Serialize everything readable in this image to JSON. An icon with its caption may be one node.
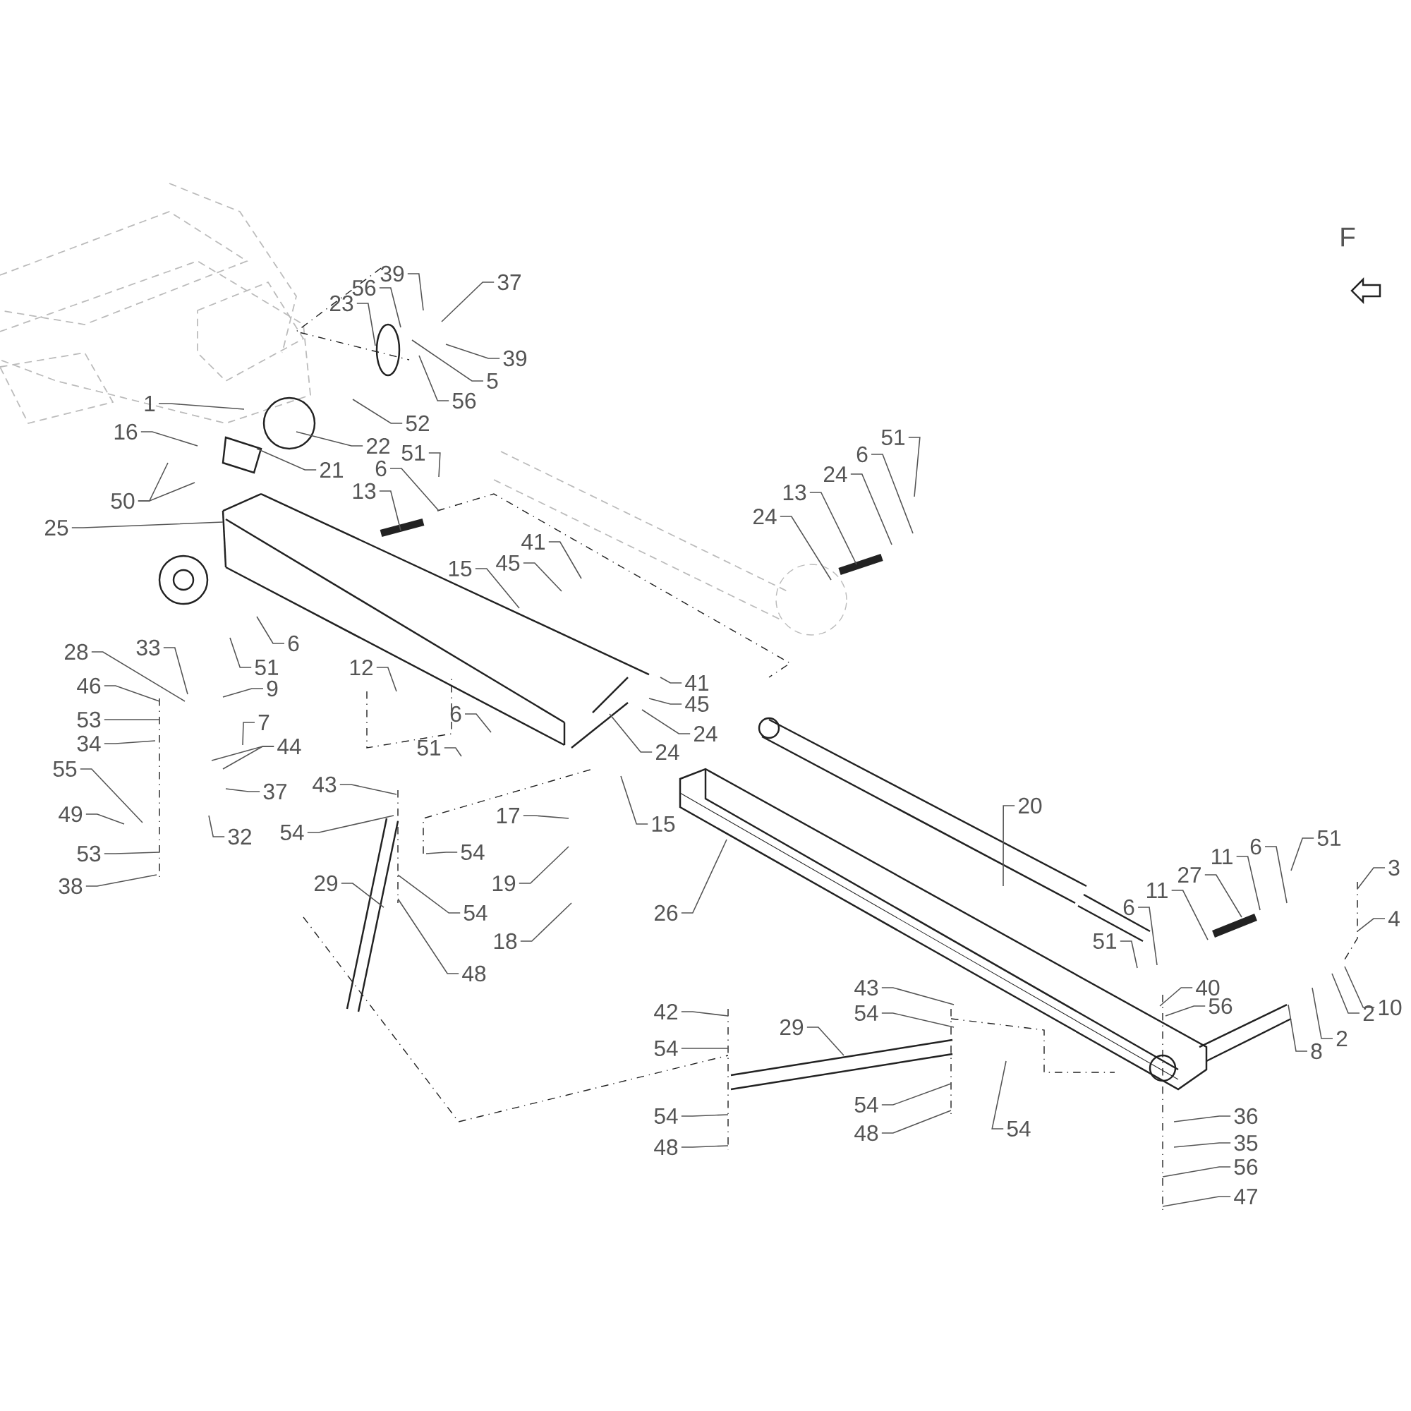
{
  "diagram": {
    "nodes": [
      {
        "text": [
          "39"
        ]
      },
      {
        "text": [
          "37"
        ]
      },
      {
        "text": [
          "56"
        ]
      },
      {
        "text": [
          "23"
        ]
      },
      {
        "text": [
          "39"
        ]
      },
      {
        "text": [
          "5"
        ]
      },
      {
        "text": [
          "56"
        ]
      },
      {
        "text": [
          "1"
        ]
      },
      {
        "text": [
          "52"
        ]
      },
      {
        "text": [
          "16"
        ]
      },
      {
        "text": [
          "22"
        ]
      },
      {
        "text": [
          "21"
        ]
      },
      {
        "text": [
          "51"
        ]
      },
      {
        "text": [
          "6"
        ]
      },
      {
        "text": [
          "50"
        ]
      },
      {
        "text": [
          "13"
        ]
      },
      {
        "text": [
          "25"
        ]
      },
      {
        "text": [
          "41"
        ]
      },
      {
        "text": [
          "45"
        ]
      },
      {
        "text": [
          "15"
        ]
      },
      {
        "text": [
          "51"
        ]
      },
      {
        "text": [
          "6"
        ]
      },
      {
        "text": [
          "24"
        ]
      },
      {
        "text": [
          "13"
        ]
      },
      {
        "text": [
          "24"
        ]
      },
      {
        "text": [
          "6"
        ]
      },
      {
        "text": [
          "51"
        ]
      },
      {
        "text": [
          "33"
        ]
      },
      {
        "text": [
          "28"
        ]
      },
      {
        "text": [
          "9"
        ]
      },
      {
        "text": [
          "12"
        ]
      },
      {
        "text": [
          "46"
        ]
      },
      {
        "text": [
          "7"
        ]
      },
      {
        "text": [
          "41"
        ]
      },
      {
        "text": [
          "45"
        ]
      },
      {
        "text": [
          "24"
        ]
      },
      {
        "text": [
          "53"
        ]
      },
      {
        "text": [
          "24"
        ]
      },
      {
        "text": [
          "34"
        ]
      },
      {
        "text": [
          "44"
        ]
      },
      {
        "text": [
          "6"
        ]
      },
      {
        "text": [
          "51"
        ]
      },
      {
        "text": [
          "37"
        ]
      },
      {
        "text": [
          "55"
        ]
      },
      {
        "text": [
          "43"
        ]
      },
      {
        "text": [
          "54"
        ]
      },
      {
        "text": [
          "17"
        ]
      },
      {
        "text": [
          "15"
        ]
      },
      {
        "text": [
          "32"
        ]
      },
      {
        "text": [
          "49"
        ]
      },
      {
        "text": [
          "54"
        ]
      },
      {
        "text": [
          "19"
        ]
      },
      {
        "text": [
          "53"
        ]
      },
      {
        "text": [
          "38"
        ]
      },
      {
        "text": [
          "29"
        ]
      },
      {
        "text": [
          "54"
        ]
      },
      {
        "text": [
          "18"
        ]
      },
      {
        "text": [
          "48"
        ]
      },
      {
        "text": [
          "20"
        ]
      },
      {
        "text": [
          "51"
        ]
      },
      {
        "text": [
          "6"
        ]
      },
      {
        "text": [
          "11"
        ]
      },
      {
        "text": [
          "27"
        ]
      },
      {
        "text": [
          "3"
        ]
      },
      {
        "text": [
          "11"
        ]
      },
      {
        "text": [
          "6"
        ]
      },
      {
        "text": [
          "26"
        ]
      },
      {
        "text": [
          "4"
        ]
      },
      {
        "text": [
          "51"
        ]
      },
      {
        "text": [
          "40"
        ]
      },
      {
        "text": [
          "10"
        ]
      },
      {
        "text": [
          "56"
        ]
      },
      {
        "text": [
          "2"
        ]
      },
      {
        "text": [
          "42"
        ]
      },
      {
        "text": [
          "43"
        ]
      },
      {
        "text": [
          "29"
        ]
      },
      {
        "text": [
          "2"
        ]
      },
      {
        "text": [
          "54"
        ]
      },
      {
        "text": [
          "54"
        ]
      },
      {
        "text": [
          "8"
        ]
      },
      {
        "text": [
          "54"
        ]
      },
      {
        "text": [
          "54"
        ]
      },
      {
        "text": [
          "36"
        ]
      },
      {
        "text": [
          "48"
        ]
      },
      {
        "text": [
          "54"
        ]
      },
      {
        "text": [
          "35"
        ]
      },
      {
        "text": [
          "48"
        ]
      },
      {
        "text": [
          "56"
        ]
      },
      {
        "text": [
          "47"
        ]
      }
    ],
    "edges": [
      {
        "from": 0,
        "to": null,
        "arrow": "none"
      },
      {
        "from": 1,
        "to": null,
        "arrow": "none"
      },
      {
        "from": 2,
        "to": null,
        "arrow": "none"
      },
      {
        "from": 3,
        "to": null,
        "arrow": "none"
      },
      {
        "from": 4,
        "to": null,
        "arrow": "none"
      },
      {
        "from": 5,
        "to": null,
        "arrow": "none"
      },
      {
        "from": 6,
        "to": null,
        "arrow": "none"
      },
      {
        "from": 7,
        "to": null,
        "arrow": "none"
      },
      {
        "from": 8,
        "to": null,
        "arrow": "none"
      },
      {
        "from": 9,
        "to": null,
        "arrow": "none"
      },
      {
        "from": 10,
        "to": null,
        "arrow": "none"
      },
      {
        "from": 11,
        "to": null,
        "arrow": "none"
      },
      {
        "from": 12,
        "to": null,
        "arrow": "none"
      },
      {
        "from": 13,
        "to": null,
        "arrow": "none"
      },
      {
        "from": 14,
        "to": null,
        "arrow": "none"
      },
      {
        "from": 14,
        "to": null,
        "arrow": "none"
      },
      {
        "from": 15,
        "to": null,
        "arrow": "none"
      },
      {
        "from": 16,
        "to": null,
        "arrow": "none"
      },
      {
        "from": 17,
        "to": null,
        "arrow": "none"
      },
      {
        "from": 18,
        "to": null,
        "arrow": "none"
      },
      {
        "from": 19,
        "to": null,
        "arrow": "none"
      },
      {
        "from": 20,
        "to": null,
        "arrow": "none"
      },
      {
        "from": 21,
        "to": null,
        "arrow": "none"
      },
      {
        "from": 22,
        "to": null,
        "arrow": "none"
      },
      {
        "from": 23,
        "to": null,
        "arrow": "none"
      },
      {
        "from": 24,
        "to": null,
        "arrow": "none"
      },
      {
        "from": 25,
        "to": null,
        "arrow": "none"
      },
      {
        "from": 26,
        "to": null,
        "arrow": "none"
      },
      {
        "from": 27,
        "to": null,
        "arrow": "none"
      },
      {
        "from": 28,
        "to": null,
        "arrow": "none"
      },
      {
        "from": 29,
        "to": null,
        "arrow": "none"
      },
      {
        "from": 30,
        "to": null,
        "arrow": "none"
      },
      {
        "from": 31,
        "to": null,
        "arrow": "none"
      },
      {
        "from": 32,
        "to": null,
        "arrow": "none"
      },
      {
        "from": 33,
        "to": null,
        "arrow": "none"
      },
      {
        "from": 34,
        "to": null,
        "arrow": "none"
      },
      {
        "from": 35,
        "to": null,
        "arrow": "none"
      },
      {
        "from": 36,
        "to": null,
        "arrow": "none"
      },
      {
        "from": 37,
        "to": null,
        "arrow": "none"
      },
      {
        "from": 38,
        "to": null,
        "arrow": "none"
      },
      {
        "from": 39,
        "to": null,
        "arrow": "none"
      },
      {
        "from": 39,
        "to": null,
        "arrow": "none"
      },
      {
        "from": 40,
        "to": null,
        "arrow": "none"
      },
      {
        "from": 41,
        "to": null,
        "arrow": "none"
      },
      {
        "from": 42,
        "to": null,
        "arrow": "none"
      },
      {
        "from": 43,
        "to": null,
        "arrow": "none"
      },
      {
        "from": 44,
        "to": null,
        "arrow": "none"
      },
      {
        "from": 45,
        "to": null,
        "arrow": "none"
      },
      {
        "from": 46,
        "to": null,
        "arrow": "none"
      },
      {
        "from": 47,
        "to": null,
        "arrow": "none"
      },
      {
        "from": 48,
        "to": null,
        "arrow": "none"
      },
      {
        "from": 49,
        "to": null,
        "arrow": "none"
      },
      {
        "from": 50,
        "to": null,
        "arrow": "none"
      },
      {
        "from": 51,
        "to": null,
        "arrow": "none"
      },
      {
        "from": 52,
        "to": null,
        "arrow": "none"
      },
      {
        "from": 53,
        "to": null,
        "arrow": "none"
      },
      {
        "from": 54,
        "to": null,
        "arrow": "none"
      },
      {
        "from": 55,
        "to": null,
        "arrow": "none"
      },
      {
        "from": 56,
        "to": null,
        "arrow": "none"
      },
      {
        "from": 57,
        "to": null,
        "arrow": "none"
      },
      {
        "from": 58,
        "to": null,
        "arrow": "none"
      },
      {
        "from": 59,
        "to": null,
        "arrow": "none"
      },
      {
        "from": 60,
        "to": null,
        "arrow": "none"
      },
      {
        "from": 61,
        "to": null,
        "arrow": "none"
      },
      {
        "from": 62,
        "to": null,
        "arrow": "none"
      },
      {
        "from": 63,
        "to": null,
        "arrow": "none"
      },
      {
        "from": 64,
        "to": null,
        "arrow": "none"
      },
      {
        "from": 65,
        "to": null,
        "arrow": "none"
      },
      {
        "from": 66,
        "to": null,
        "arrow": "none"
      },
      {
        "from": 67,
        "to": null,
        "arrow": "none"
      },
      {
        "from": 68,
        "to": null,
        "arrow": "none"
      },
      {
        "from": 69,
        "to": null,
        "arrow": "none"
      },
      {
        "from": 70,
        "to": null,
        "arrow": "none"
      },
      {
        "from": 71,
        "to": null,
        "arrow": "none"
      },
      {
        "from": 72,
        "to": null,
        "arrow": "none"
      },
      {
        "from": 73,
        "to": null,
        "arrow": "none"
      },
      {
        "from": 74,
        "to": null,
        "arrow": "none"
      },
      {
        "from": 75,
        "to": null,
        "arrow": "none"
      },
      {
        "from": 76,
        "to": null,
        "arrow": "none"
      },
      {
        "from": 77,
        "to": null,
        "arrow": "none"
      },
      {
        "from": 78,
        "to": null,
        "arrow": "none"
      },
      {
        "from": 79,
        "to": null,
        "arrow": "none"
      },
      {
        "from": 80,
        "to": null,
        "arrow": "none"
      },
      {
        "from": 81,
        "to": null,
        "arrow": "none"
      },
      {
        "from": 82,
        "to": null,
        "arrow": "none"
      },
      {
        "from": 83,
        "to": null,
        "arrow": "none"
      },
      {
        "from": 84,
        "to": null,
        "arrow": "none"
      },
      {
        "from": 85,
        "to": null,
        "arrow": "none"
      },
      {
        "from": 86,
        "to": null,
        "arrow": "none"
      },
      {
        "from": 87,
        "to": null,
        "arrow": "none"
      },
      {
        "from": 88,
        "to": null,
        "arrow": "none"
      }
    ],
    "labels": [
      "F"
    ]
  }
}
